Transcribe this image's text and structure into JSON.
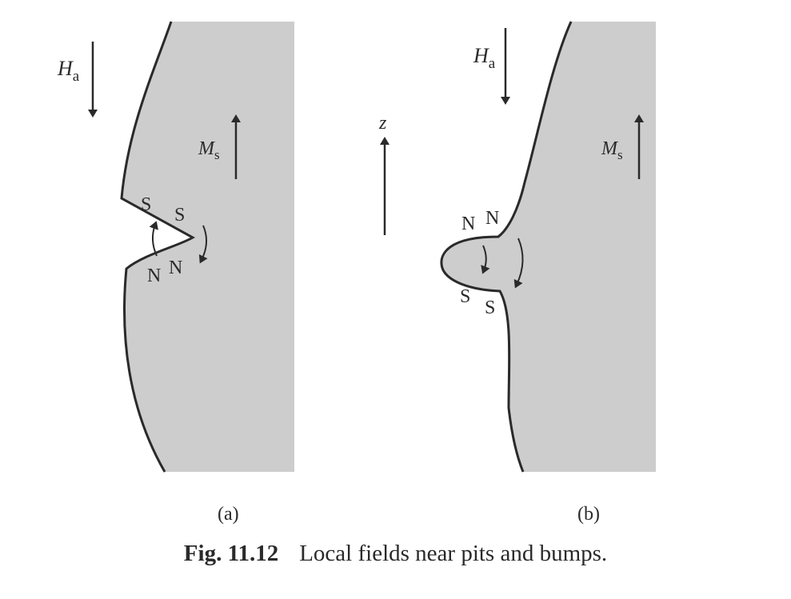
{
  "panel_a": {
    "field_symbol": "H",
    "field_sub": "a",
    "magnet_symbol": "M",
    "magnet_sub": "s",
    "upper_poles": [
      "S",
      "S"
    ],
    "lower_poles": [
      "N",
      "N"
    ],
    "label": "(a)"
  },
  "axis": {
    "label": "z"
  },
  "panel_b": {
    "field_symbol": "H",
    "field_sub": "a",
    "magnet_symbol": "M",
    "magnet_sub": "s",
    "upper_poles": [
      "N",
      "N"
    ],
    "lower_poles": [
      "S",
      "S"
    ],
    "label": "(b)"
  },
  "caption": {
    "number": "Fig. 11.12",
    "text": "Local fields near pits and bumps."
  },
  "colors": {
    "fill": "#cdcdcd",
    "ink": "#2a2a2a",
    "background": "#ffffff"
  }
}
